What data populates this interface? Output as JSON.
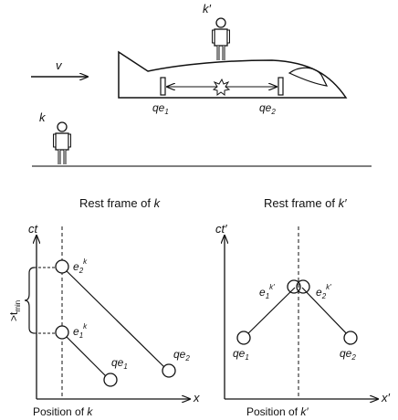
{
  "observers": {
    "moving": {
      "name": "k",
      "prime": "′"
    },
    "ground": {
      "name": "k"
    }
  },
  "velocity_label": "v",
  "ship_labels": {
    "left": {
      "base": "qe",
      "sub": "1"
    },
    "right": {
      "base": "qe",
      "sub": "2"
    }
  },
  "panel_k": {
    "title": {
      "text": "Rest frame of ",
      "obs": "k"
    },
    "y_axis": "ct",
    "x_axis": "x",
    "position": {
      "text": "Position of ",
      "obs": "k"
    },
    "tmin": {
      "prefix": ">t",
      "sub": "min"
    },
    "event_top": {
      "base": "e",
      "sub": "2",
      "sup": "k"
    },
    "event_bottom": {
      "base": "e",
      "sub": "1",
      "sup": "k"
    },
    "charge_1": {
      "base": "qe",
      "sub": "1"
    },
    "charge_2": {
      "base": "qe",
      "sub": "2"
    }
  },
  "panel_kp": {
    "title": {
      "text": "Rest frame of ",
      "obs": "k′"
    },
    "y_axis": "ct′",
    "x_axis": "x′",
    "position": {
      "text": "Position of ",
      "obs": "k′"
    },
    "event_1": {
      "base": "e",
      "sub": "1",
      "sup": "k′"
    },
    "event_2": {
      "base": "e",
      "sub": "2",
      "sup": "k′"
    },
    "charge_1": {
      "base": "qe",
      "sub": "1"
    },
    "charge_2": {
      "base": "qe",
      "sub": "2"
    }
  }
}
